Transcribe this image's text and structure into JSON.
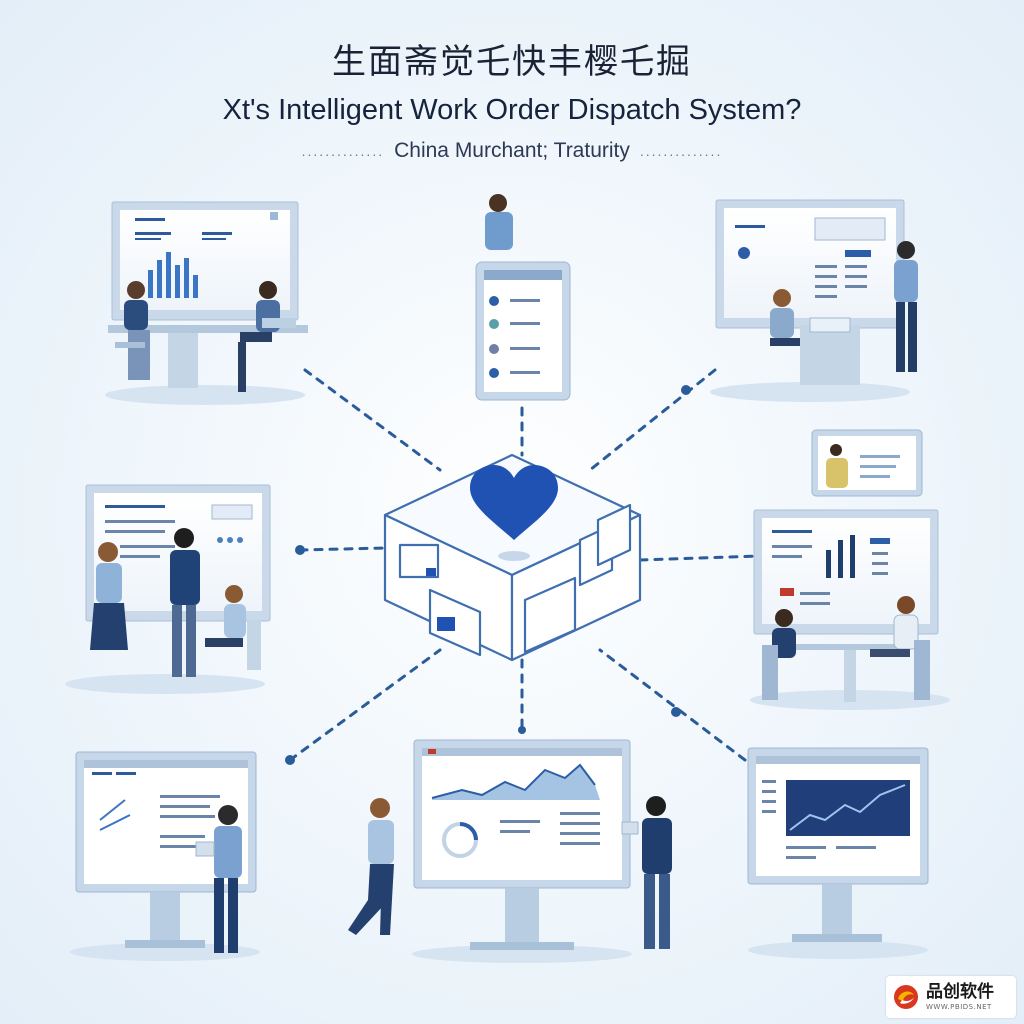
{
  "header": {
    "title_cn": "生面斋觉乇快丰樱乇掘",
    "title_en": "Xt's Intelligent Work Order Dispatch System?",
    "subtitle": "China Murchant; Traturity",
    "dots_left": "..............",
    "dots_right": ".............."
  },
  "watermark": {
    "name": "品创软件",
    "url": "WWW.PBIDS.NET",
    "logo_icon": "swirl-logo-icon"
  },
  "colors": {
    "primary_blue": "#1f52b3",
    "line_blue": "#2a5c9a",
    "screen_frame": "#b9cde2",
    "accent_light": "#e6eef7"
  },
  "center": {
    "icon": "heart-icon"
  }
}
